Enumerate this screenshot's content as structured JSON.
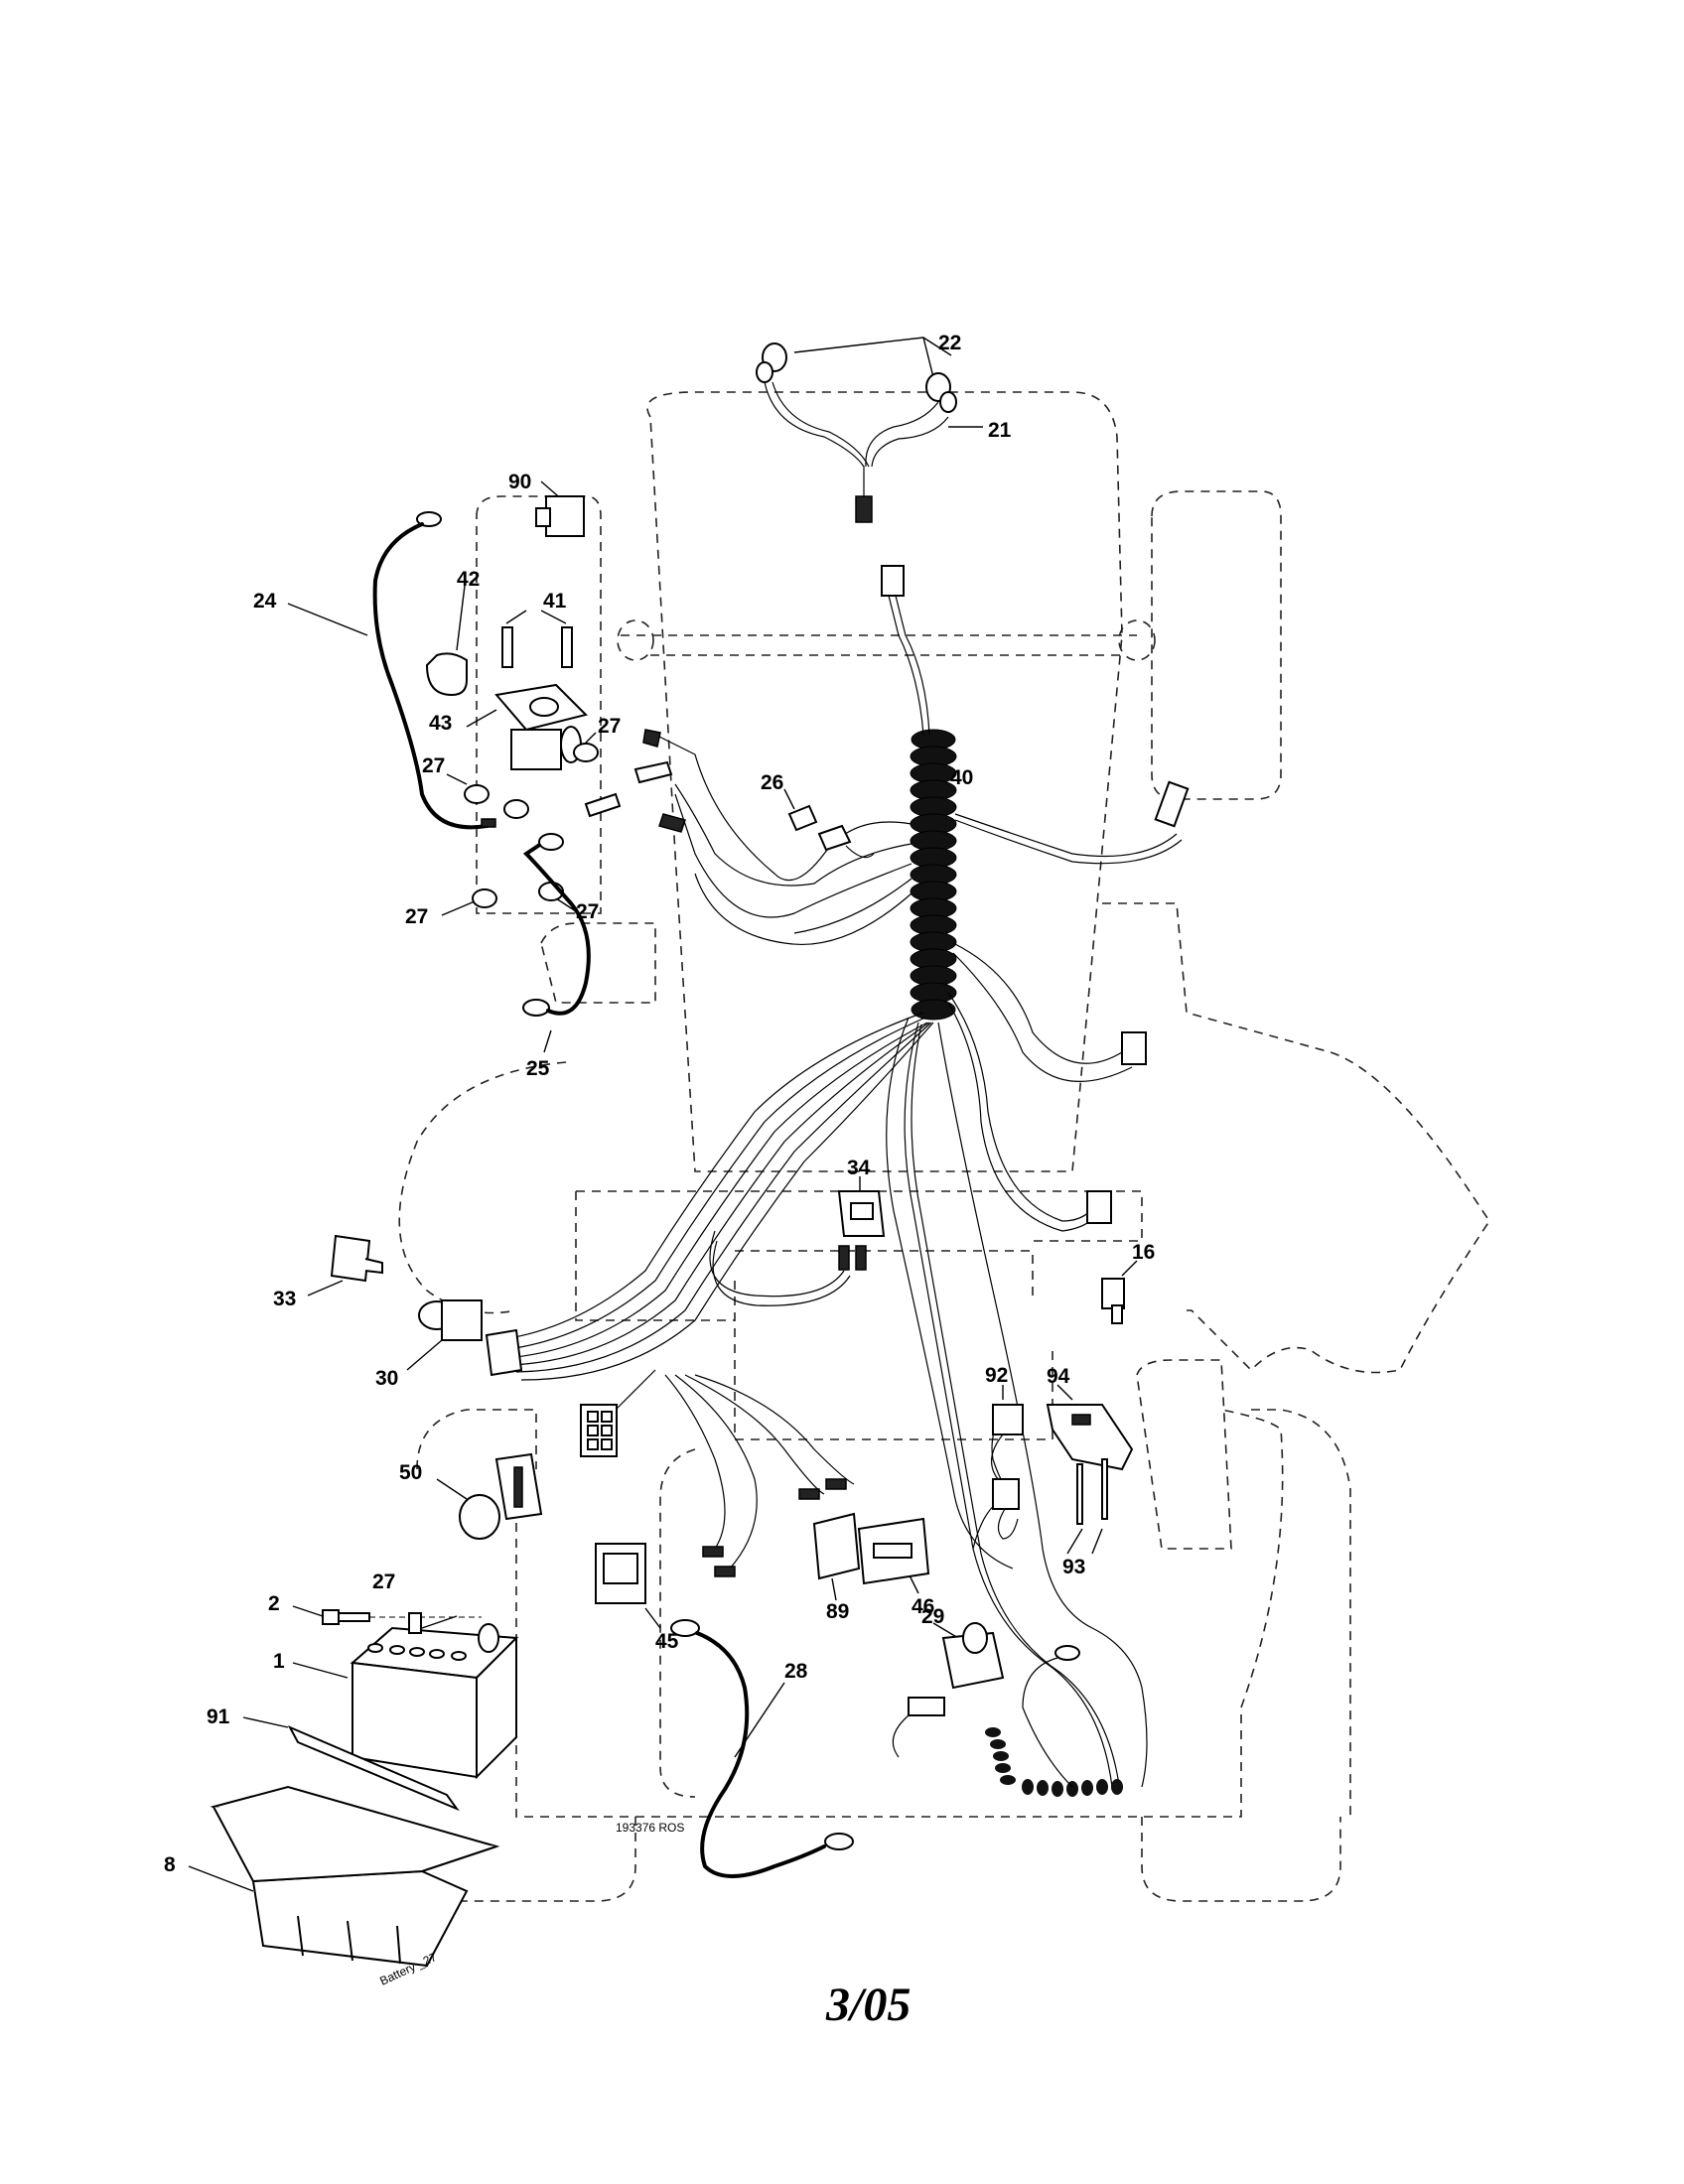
{
  "callouts": {
    "c22": "22",
    "c21": "21",
    "c90": "90",
    "c42": "42",
    "c41": "41",
    "c24": "24",
    "c43": "43",
    "c27a": "27",
    "c27b": "27",
    "c27c": "27",
    "c27d": "27",
    "c27e": "27",
    "c26": "26",
    "c40": "40",
    "c25": "25",
    "c34": "34",
    "c16": "16",
    "c33": "33",
    "c30": "30",
    "c92": "92",
    "c94": "94",
    "c50": "50",
    "c93": "93",
    "c45": "45",
    "c89": "89",
    "c46": "46",
    "c29": "29",
    "c2": "2",
    "c1": "1",
    "c91": "91",
    "c28": "28",
    "c8": "8"
  },
  "drawing_code": "193376 ROS",
  "battery_label": "Battery _27",
  "footer_date": "3/05"
}
